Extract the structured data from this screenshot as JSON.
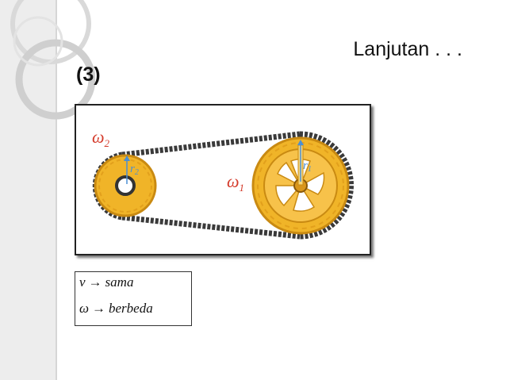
{
  "slide": {
    "title": "Lanjutan . . .",
    "section": "(3)"
  },
  "figure": {
    "labels": {
      "omega2": "ω",
      "omega2_sub": "2",
      "omega1": "ω",
      "omega1_sub": "1",
      "r2": "r",
      "r2_sub": "2",
      "r1": "r",
      "r1_sub": "1"
    },
    "colors": {
      "sprocket": "#f0b428",
      "sprocket_dark": "#c98a12",
      "chain": "#3a3a3a",
      "label_red": "#d43a2a",
      "arrow_blue": "#4a8fd4"
    }
  },
  "formula": {
    "line1": {
      "symbol": "v",
      "arrow": "→",
      "word": "sama"
    },
    "line2": {
      "symbol": "ω",
      "arrow": "→",
      "word": "berbeda"
    }
  }
}
